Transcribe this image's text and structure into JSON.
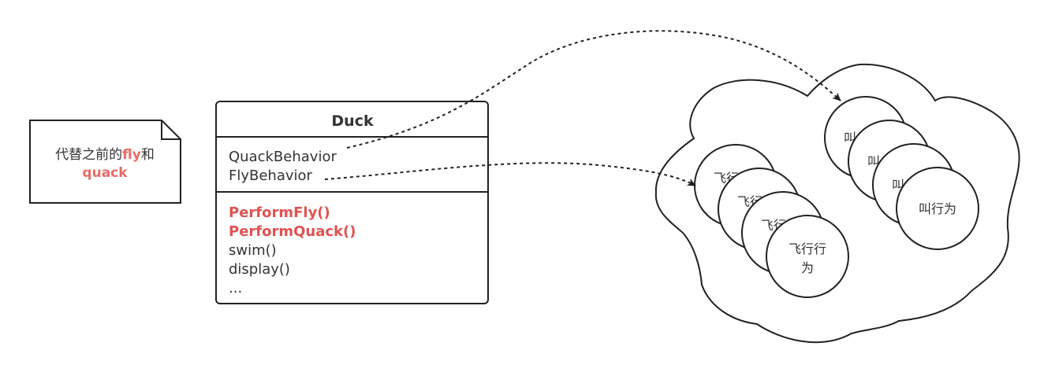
{
  "note": {
    "text_before": "代替之前的",
    "fly": "fly",
    "text_after": "和",
    "quack": "quack"
  },
  "duck_class": {
    "name": "Duck",
    "attributes": [
      "QuackBehavior",
      "FlyBehavior"
    ],
    "methods_highlighted": [
      "PerformFly()",
      "PerformQuack()"
    ],
    "methods": [
      "swim()",
      "display()",
      "..."
    ]
  },
  "fly_group": {
    "partial_labels": [
      "飞行",
      "飞行",
      "飞行"
    ],
    "front_label_line1": "飞行行",
    "front_label_line2": "为"
  },
  "quack_group": {
    "partial_labels": [
      "叫",
      "叫",
      "叫"
    ],
    "front_label": "叫行为"
  },
  "colors": {
    "stroke": "#333333",
    "highlight": "#e05252",
    "note_highlight": "#ea6b66",
    "text": "#333333"
  }
}
